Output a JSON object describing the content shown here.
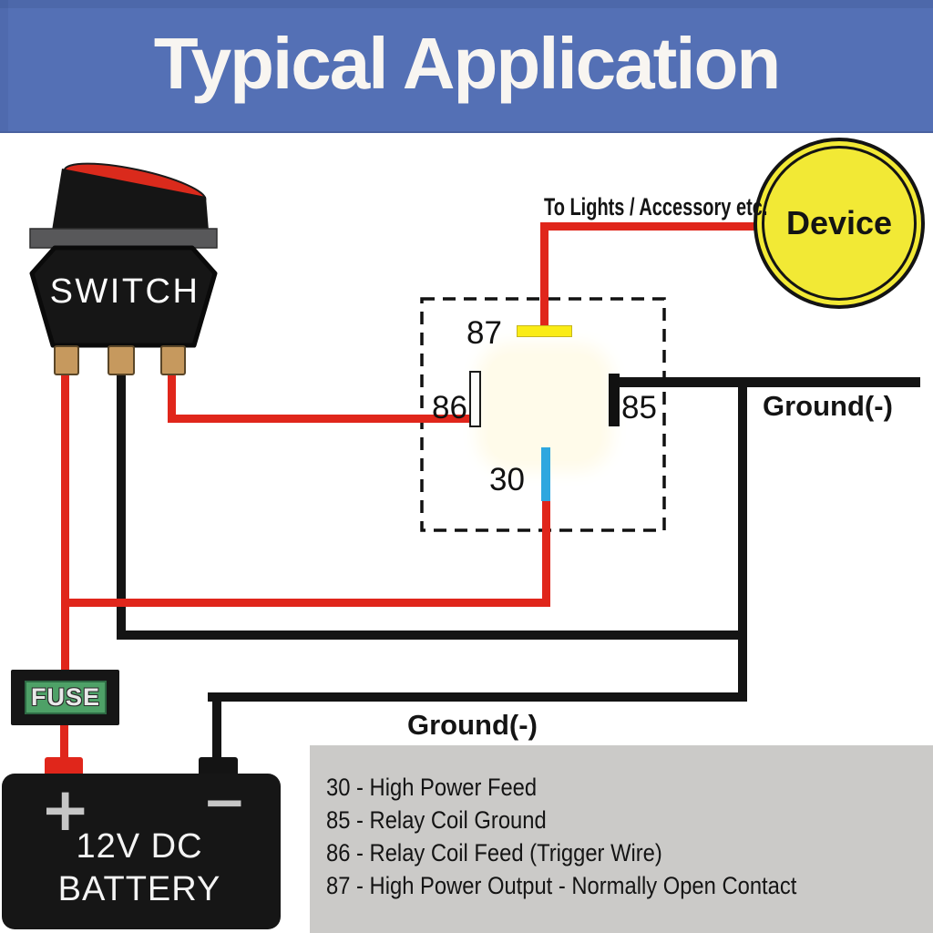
{
  "header": {
    "title": "Typical Application"
  },
  "diagram": {
    "switch_label": "SWITCH",
    "device_label": "Device",
    "to_lights_label": "To Lights / Accessory etc.",
    "ground_label_top": "Ground(-)",
    "ground_label_bottom": "Ground(-)",
    "fuse_label": "FUSE",
    "battery": {
      "plus": "+",
      "minus": "−",
      "line1": "12V DC",
      "line2": "BATTERY"
    },
    "relay_labels": {
      "t87": "87",
      "t86": "86",
      "t85": "85",
      "t30": "30"
    }
  },
  "legend": {
    "items": [
      "30 - High Power Feed",
      "85 - Relay Coil Ground",
      "86 - Relay Coil Feed (Trigger Wire)",
      "87 - High Power Output - Normally Open Contact"
    ]
  },
  "colors": {
    "header_bg": "#5470B5",
    "wire_red": "#E0261B",
    "wire_black": "#141414",
    "relay_terminal_87_yellow": "#FAEC15",
    "relay_terminal_30_blue": "#2EA7DF",
    "device_yellow": "#F2E935",
    "fuse_green": "#4EA167",
    "switch_rocker_red": "#DA2A1C",
    "terminal_tan": "#C6995E",
    "legend_bg": "#CBCAC8"
  }
}
